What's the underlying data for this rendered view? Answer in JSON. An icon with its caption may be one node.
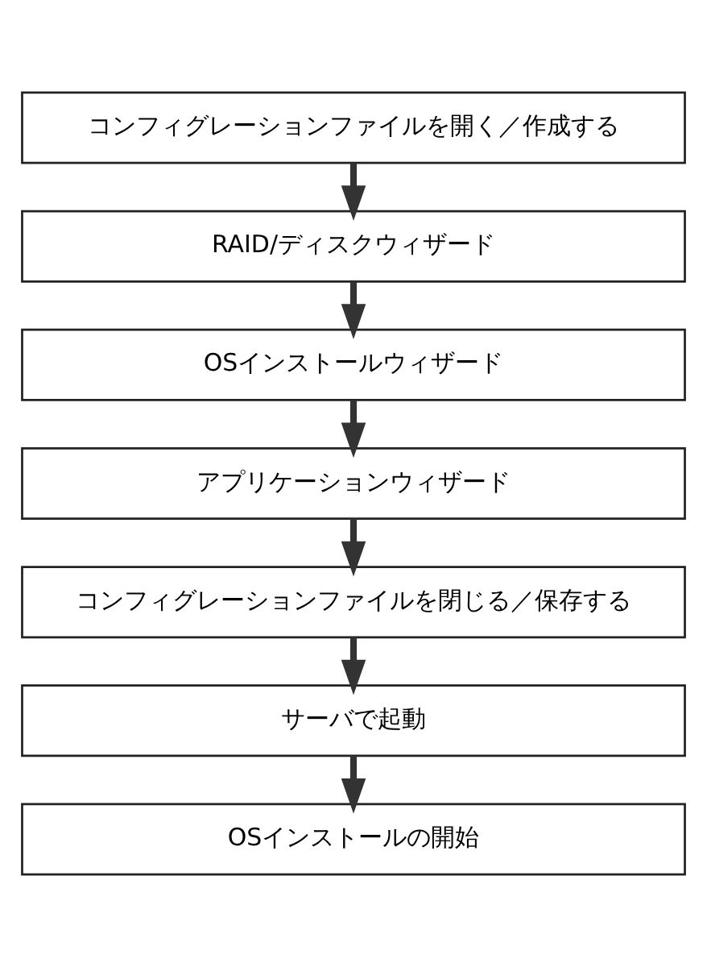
{
  "diagram": {
    "nodes": [
      {
        "text": [
          "コンフィグレーションファイルを開く／作成する"
        ]
      },
      {
        "text": [
          "RAID/ディスクウィザード"
        ]
      },
      {
        "text": [
          "OSインストールウィザード"
        ]
      },
      {
        "text": [
          "アプリケーションウィザード"
        ]
      },
      {
        "text": [
          "コンフィグレーションファイルを閉じる／保存する"
        ]
      },
      {
        "text": [
          "サーバで起動"
        ]
      },
      {
        "text": [
          "OSインストールの開始"
        ]
      }
    ],
    "edges": [
      {
        "from": 0,
        "to": 1,
        "arrow": "to"
      },
      {
        "from": 1,
        "to": 2,
        "arrow": "to"
      },
      {
        "from": 2,
        "to": 3,
        "arrow": "to"
      },
      {
        "from": 3,
        "to": 4,
        "arrow": "to"
      },
      {
        "from": 4,
        "to": 5,
        "arrow": "to"
      },
      {
        "from": 5,
        "to": 6,
        "arrow": "to"
      }
    ]
  }
}
